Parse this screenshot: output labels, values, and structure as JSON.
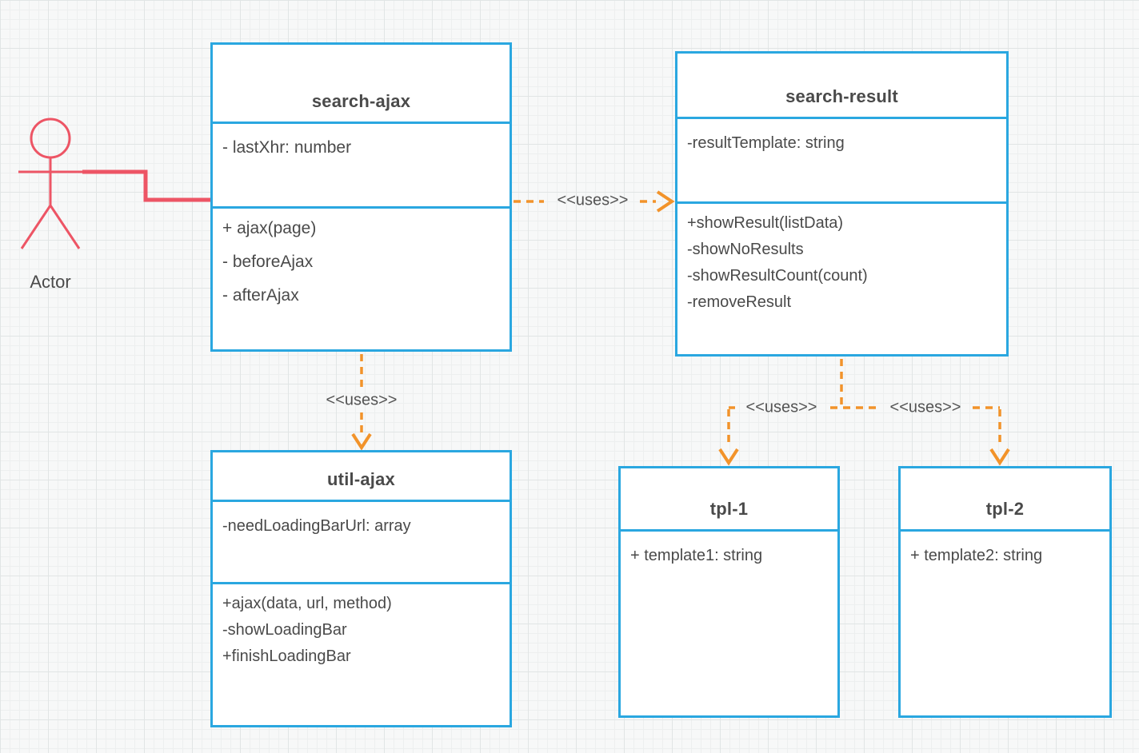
{
  "actor": {
    "label": "Actor"
  },
  "classes": {
    "search_ajax": {
      "title": "search-ajax",
      "attributes": [
        "- lastXhr: number"
      ],
      "methods": [
        "+ ajax(page)",
        "- beforeAjax",
        "- afterAjax"
      ]
    },
    "search_result": {
      "title": "search-result",
      "attributes": [
        "-resultTemplate: string"
      ],
      "methods": [
        "+showResult(listData)",
        "-showNoResults",
        "-showResultCount(count)",
        "-removeResult"
      ]
    },
    "util_ajax": {
      "title": "util-ajax",
      "attributes": [
        "-needLoadingBarUrl: array"
      ],
      "methods": [
        "+ajax(data, url, method)",
        "-showLoadingBar",
        "+finishLoadingBar"
      ]
    },
    "tpl_1": {
      "title": "tpl-1",
      "attributes": [
        "+ template1: string"
      ],
      "methods": []
    },
    "tpl_2": {
      "title": "tpl-2",
      "attributes": [
        "+ template2: string"
      ],
      "methods": []
    }
  },
  "edges": [
    {
      "from": "Actor",
      "to": "search-ajax",
      "type": "association",
      "label": ""
    },
    {
      "from": "search-ajax",
      "to": "search-result",
      "type": "dependency",
      "label": "<<uses>>"
    },
    {
      "from": "search-ajax",
      "to": "util-ajax",
      "type": "dependency",
      "label": "<<uses>>"
    },
    {
      "from": "search-result",
      "to": "tpl-1",
      "type": "dependency",
      "label": "<<uses>>"
    },
    {
      "from": "search-result",
      "to": "tpl-2",
      "type": "dependency",
      "label": "<<uses>>"
    }
  ],
  "colors": {
    "class_border": "#2aa7e0",
    "uses_arrow": "#f2932a",
    "actor_red": "#ed5565",
    "text": "#4a4a4a",
    "canvas_background": "#f7f8f8"
  }
}
